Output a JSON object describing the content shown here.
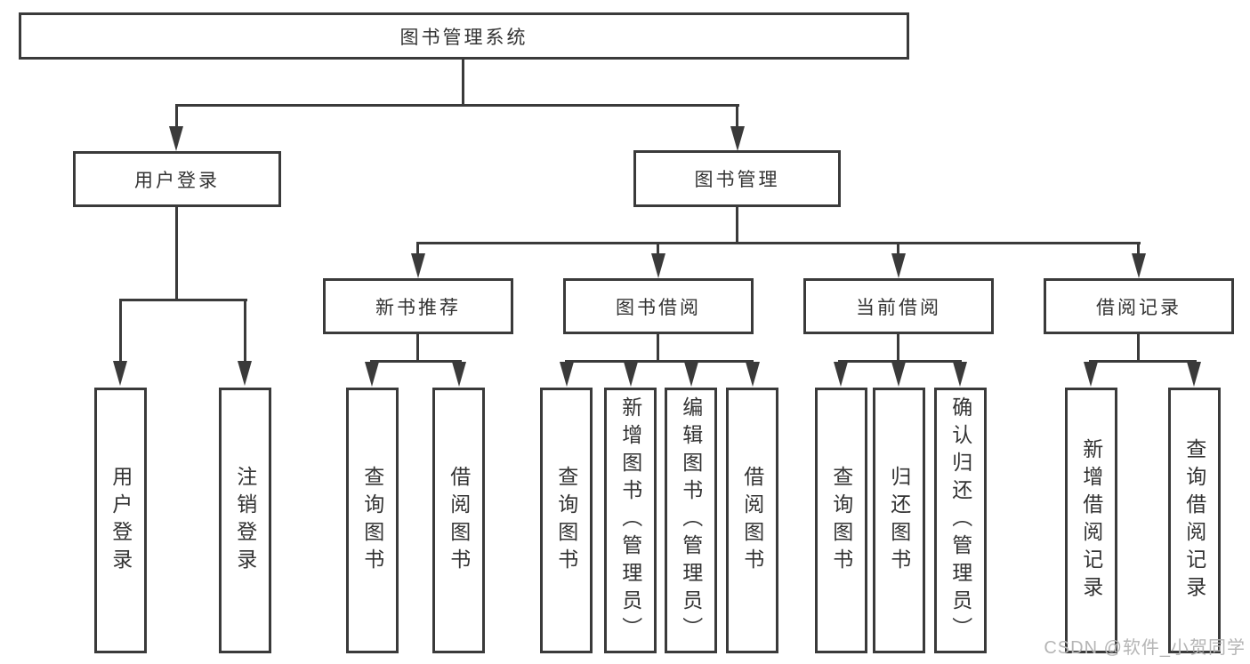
{
  "diagram": {
    "root": {
      "label": "图书管理系统"
    },
    "branches": [
      {
        "label": "用户登录",
        "leaves": [
          {
            "label": "用户登录"
          },
          {
            "label": "注销登录"
          }
        ]
      },
      {
        "label": "图书管理",
        "sections": [
          {
            "label": "新书推荐",
            "leaves": [
              {
                "label": "查询图书"
              },
              {
                "label": "借阅图书"
              }
            ]
          },
          {
            "label": "图书借阅",
            "leaves": [
              {
                "label": "查询图书"
              },
              {
                "label": "新增图书（管理员）"
              },
              {
                "label": "编辑图书（管理员）"
              },
              {
                "label": "借阅图书"
              }
            ]
          },
          {
            "label": "当前借阅",
            "leaves": [
              {
                "label": "查询图书"
              },
              {
                "label": "归还图书"
              },
              {
                "label": "确认归还（管理员）"
              }
            ]
          },
          {
            "label": "借阅记录",
            "leaves": [
              {
                "label": "新增借阅记录"
              },
              {
                "label": "查询借阅记录"
              }
            ]
          }
        ]
      }
    ]
  },
  "watermark": "CSDN @软件_小贺同学",
  "colors": {
    "line": "#3a3a3a",
    "text": "#333333",
    "background": "#ffffff",
    "watermark": "#b5b5b5"
  }
}
